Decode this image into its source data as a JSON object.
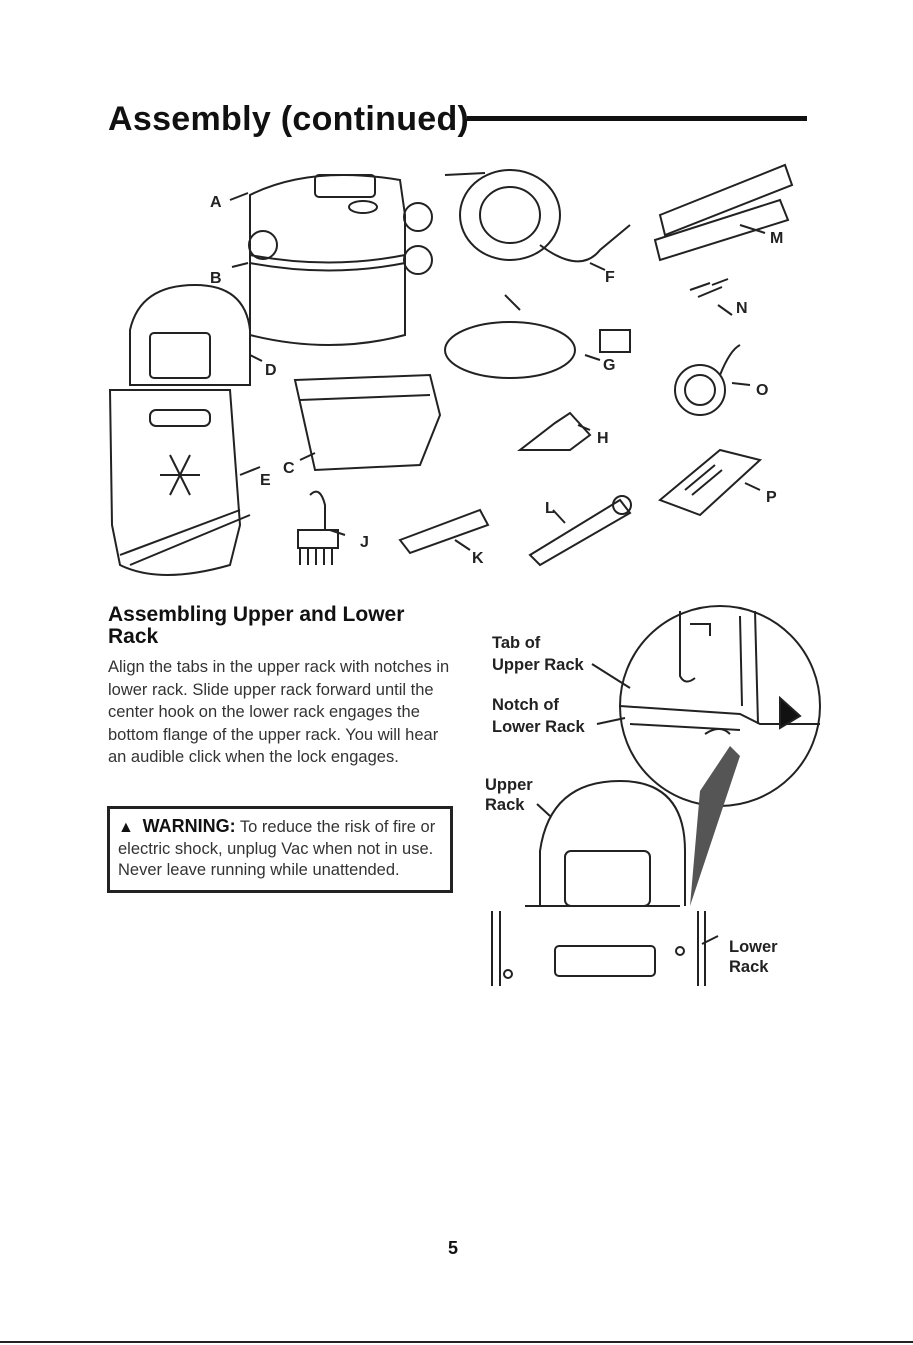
{
  "header": {
    "title": "Assembly (continued)"
  },
  "parts_figure": {
    "labels": [
      "A",
      "B",
      "C",
      "D",
      "E",
      "F",
      "G",
      "H",
      "J",
      "K",
      "L",
      "M",
      "N",
      "O",
      "P"
    ]
  },
  "section": {
    "heading": "Assembling Upper and Lower Rack",
    "body": "Align the tabs in the upper rack with notches in lower rack. Slide upper rack forward until the center hook on the lower rack engages the bottom flange of the upper rack. You will hear an audible click when the lock engages."
  },
  "warning": {
    "label": "WARNING:",
    "text": "To reduce the risk of fire or electric shock, unplug Vac when not in use. Never leave running while unattended."
  },
  "rack_figure": {
    "tab_label": [
      "Tab of",
      "Upper Rack"
    ],
    "notch_label": [
      "Notch of",
      "Lower Rack"
    ],
    "upper_label": [
      "Upper",
      "Rack"
    ],
    "lower_label": [
      "Lower",
      "Rack"
    ]
  },
  "footer": {
    "page_number": "5"
  }
}
